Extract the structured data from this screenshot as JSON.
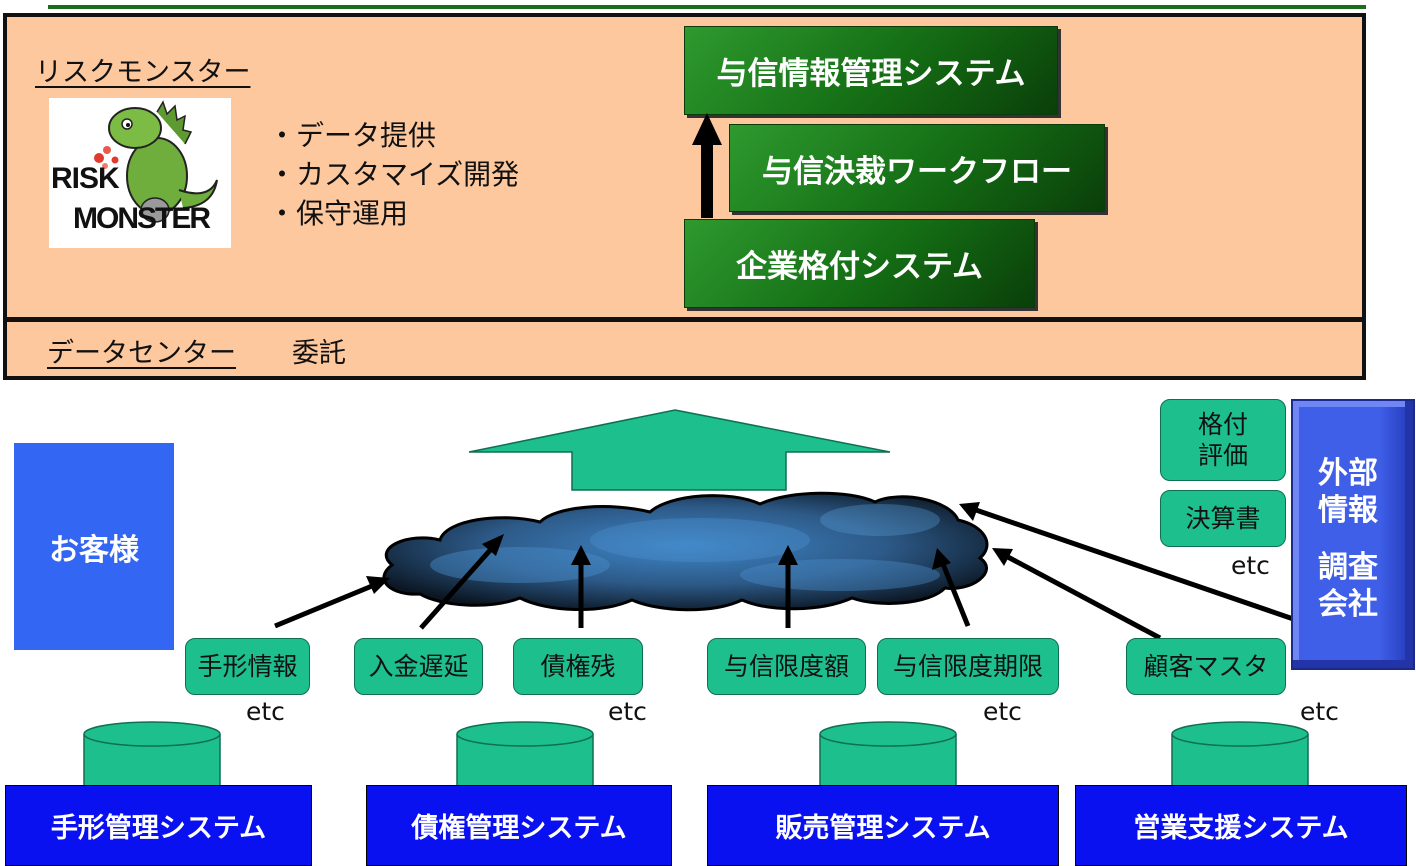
{
  "risk_monster": {
    "title": "リスクモンスター",
    "logo_text_line1": "RISK",
    "logo_text_line2": "MONSTER",
    "services": [
      "・データ提供",
      "・カスタマイズ開発",
      "・保守運用"
    ]
  },
  "systems_stack": {
    "top": "与信情報管理システム",
    "middle": "与信決裁ワークフロー",
    "bottom": "企業格付システム"
  },
  "datacenter": {
    "title": "データセンター",
    "note": "委託"
  },
  "customer_label": "お客様",
  "data_items": [
    "手形情報",
    "入金遅延",
    "債権残",
    "与信限度額",
    "与信限度期限",
    "顧客マスタ"
  ],
  "etc_label": "etc",
  "source_systems": [
    "手形管理システム",
    "債権管理システム",
    "販売管理システム",
    "営業支援システム"
  ],
  "external": {
    "item1_line1": "格付",
    "item1_line2": "評価",
    "item2": "決算書",
    "etc": "etc",
    "company_line1": "外部",
    "company_line2": "情報",
    "company_line3": "調査",
    "company_line4": "会社"
  },
  "colors": {
    "peach": "#fdc89e",
    "green_box": "#146d14",
    "teal": "#1dbf8d",
    "system_blue": "#0a11f0",
    "customer_blue": "#3366f2"
  }
}
